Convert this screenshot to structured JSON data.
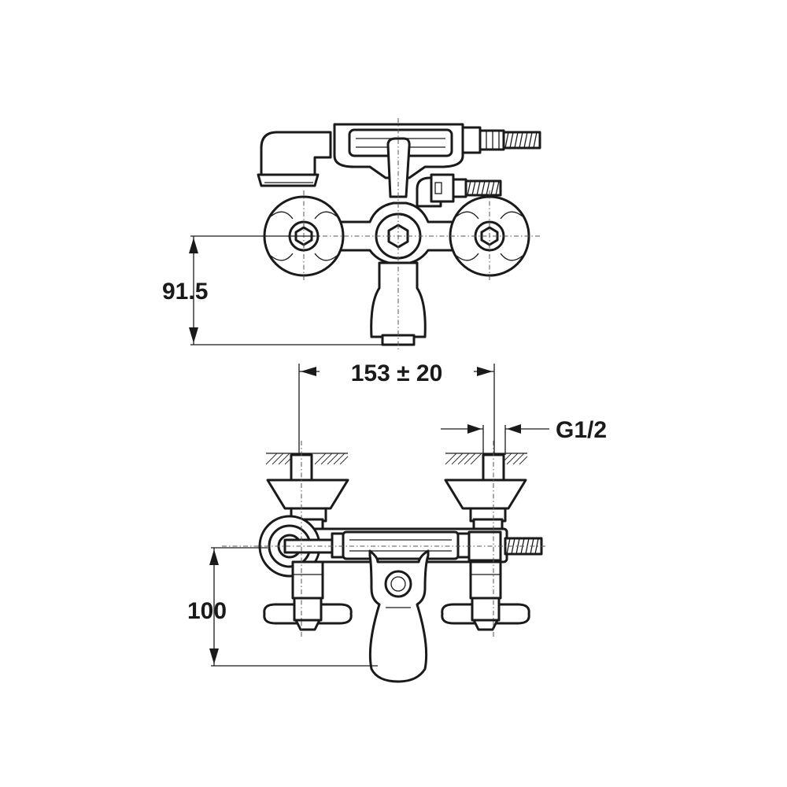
{
  "dimensions": {
    "top_view_height": "91.5",
    "cold_hot_spacing": "153 ± 20",
    "thread_size": "G1/2",
    "front_view_height": "100"
  },
  "colors": {
    "line": "#1a1a1a",
    "background": "#ffffff"
  }
}
